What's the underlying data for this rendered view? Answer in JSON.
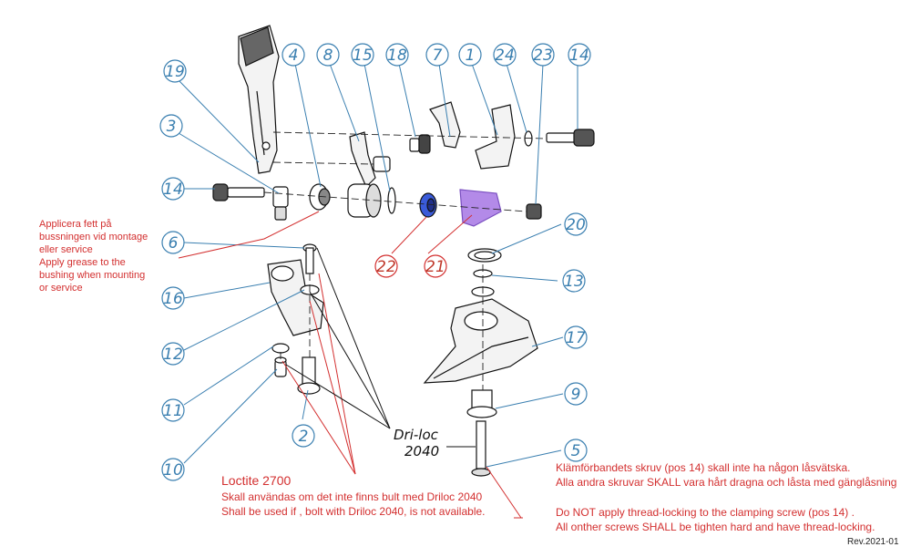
{
  "callouts": [
    {
      "id": "19",
      "num": "19"
    },
    {
      "id": "4",
      "num": "4"
    },
    {
      "id": "8",
      "num": "8"
    },
    {
      "id": "15",
      "num": "15"
    },
    {
      "id": "18",
      "num": "18"
    },
    {
      "id": "7",
      "num": "7"
    },
    {
      "id": "1",
      "num": "1"
    },
    {
      "id": "24",
      "num": "24"
    },
    {
      "id": "23",
      "num": "23"
    },
    {
      "id": "14a",
      "num": "14"
    },
    {
      "id": "3",
      "num": "3"
    },
    {
      "id": "14b",
      "num": "14"
    },
    {
      "id": "20",
      "num": "20"
    },
    {
      "id": "6",
      "num": "6"
    },
    {
      "id": "22",
      "num": "22"
    },
    {
      "id": "21",
      "num": "21"
    },
    {
      "id": "13",
      "num": "13"
    },
    {
      "id": "16",
      "num": "16"
    },
    {
      "id": "17",
      "num": "17"
    },
    {
      "id": "12",
      "num": "12"
    },
    {
      "id": "9",
      "num": "9"
    },
    {
      "id": "11",
      "num": "11"
    },
    {
      "id": "2",
      "num": "2"
    },
    {
      "id": "5",
      "num": "5"
    },
    {
      "id": "10",
      "num": "10"
    }
  ],
  "grease_note": {
    "lines": [
      "Applicera fett på",
      "bussningen vid montage",
      "eller service",
      "Apply grease to the",
      "bushing when mounting",
      "or service"
    ]
  },
  "driloc": {
    "line1": "Dri-loc",
    "line2": "2040"
  },
  "loctite": {
    "title": "Loctite 2700",
    "line1": "Skall användas om det inte finns bult med Driloc 2040",
    "line2": "Shall be used if , bolt with Driloc 2040, is not available."
  },
  "screw_note": {
    "sv1": "Klämförbandets skruv (pos 14) skall inte ha någon låsvätska.",
    "sv2": "Alla andra skruvar SKALL vara hårt dragna och låsta med gänglåsning",
    "en1": "Do NOT apply thread-locking to the clamping screw (pos 14) .",
    "en2": "All onther screws SHALL be tighten hard and have thread-locking."
  },
  "revision": "Rev.2021-01",
  "colors": {
    "callout": "#3a7fb0",
    "highlight_red": "#d32f2f",
    "part_purple": "#b38ae8",
    "part_blue": "#3a5bd9"
  }
}
